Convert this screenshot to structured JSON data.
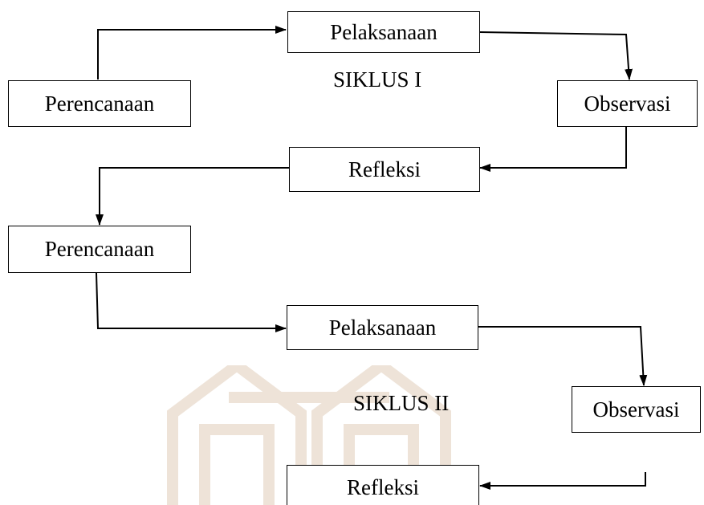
{
  "cycle1": {
    "label": "SIKLUS I",
    "planning": "Perencanaan",
    "implementation": "Pelaksanaan",
    "observation": "Observasi",
    "reflection": "Refleksi"
  },
  "cycle2": {
    "label": "SIKLUS II",
    "planning": "Perencanaan",
    "implementation": "Pelaksanaan",
    "observation": "Observasi",
    "reflection": "Refleksi"
  },
  "colors": {
    "line": "#000000",
    "box_border": "#000000",
    "watermark": "#eee3d8"
  },
  "watermark_icon": "institution-logo-watermark"
}
